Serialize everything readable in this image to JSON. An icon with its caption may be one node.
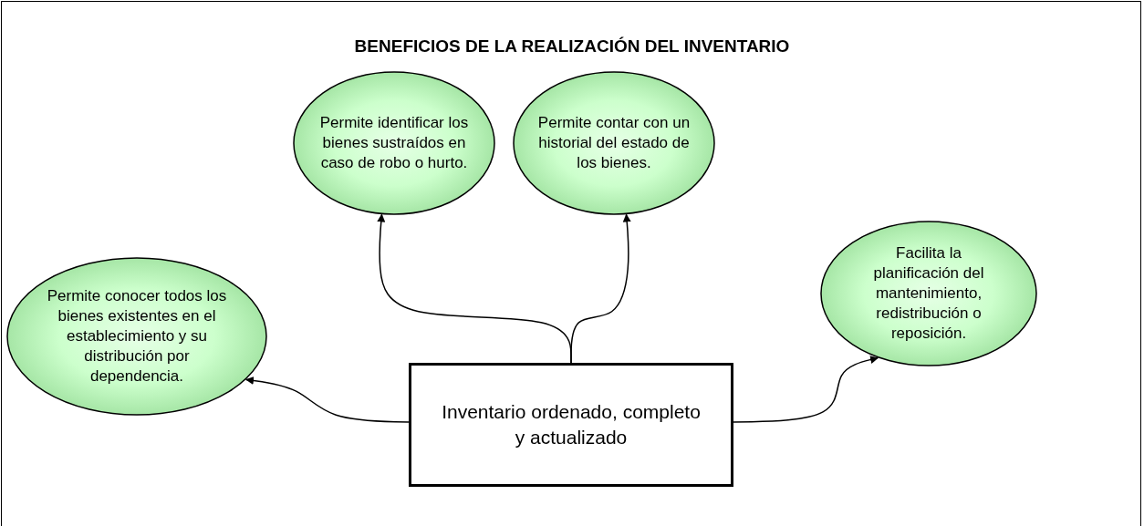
{
  "diagram": {
    "title": "BENEFICIOS DE LA REALIZACIÓN DEL INVENTARIO",
    "nodes": [
      {
        "text": [
          "Permite conocer todos los bienes existentes en el establecimiento y su distribución por dependencia."
        ]
      },
      {
        "text": [
          "Permite identificar los bienes sustraídos en caso de robo o hurto."
        ]
      },
      {
        "text": [
          "Permite contar con un historial del estado de los bienes."
        ]
      },
      {
        "text": [
          "Facilita la planificación del mantenimiento, redistribución o reposición."
        ]
      },
      {
        "text": [
          "Inventario ordenado, completo y actualizado"
        ]
      }
    ],
    "edges": [
      {
        "from": 4,
        "to": 0,
        "arrow": "to"
      },
      {
        "from": 4,
        "to": 1,
        "arrow": "to"
      },
      {
        "from": 4,
        "to": 2,
        "arrow": "to"
      },
      {
        "from": 4,
        "to": 3,
        "arrow": "to"
      }
    ]
  }
}
